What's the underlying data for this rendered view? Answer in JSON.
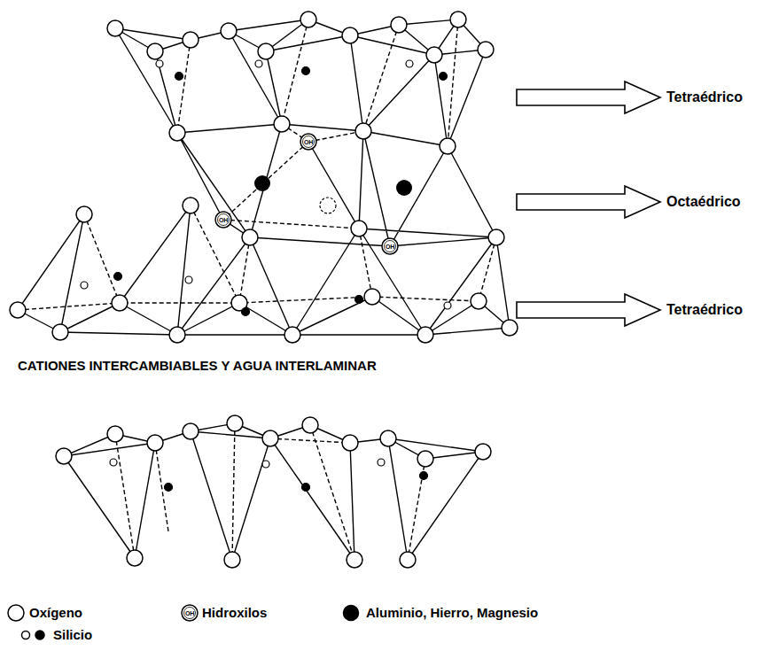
{
  "diagram": {
    "labels": [
      "Tetraédrico",
      "Octaédrico",
      "Tetraédrico",
      "CATIONES INTERCAMBIABLES Y AGUA INTERLAMINAR",
      "OH",
      "OH",
      "OH",
      "OH"
    ],
    "legend": [
      {
        "text": "Oxígeno"
      },
      {
        "text": "Hidroxilos"
      },
      {
        "text": "Aluminio, Hierro, Magnesio"
      },
      {
        "text": "Silicio"
      }
    ]
  }
}
